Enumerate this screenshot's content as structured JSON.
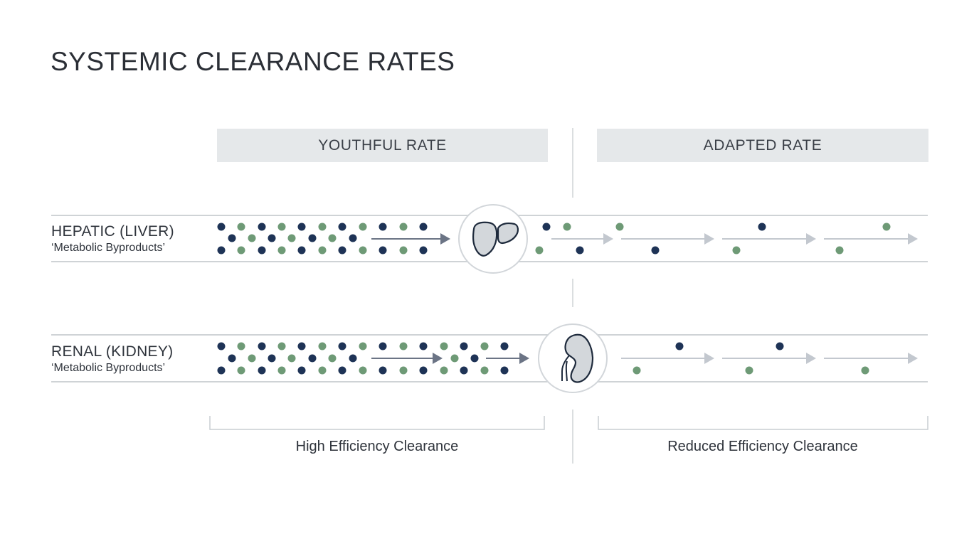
{
  "title": "SYSTEMIC CLEARANCE RATES",
  "columns": {
    "youthful": "YOUTHFUL RATE",
    "adapted": "ADAPTED RATE"
  },
  "rows": {
    "hepatic": {
      "label": "HEPATIC (LIVER)",
      "sublabel": "‘Metabolic Byproducts’",
      "icon": "liver-icon"
    },
    "renal": {
      "label": "RENAL (KIDNEY)",
      "sublabel": "‘Metabolic Byproducts’",
      "icon": "kidney-icon"
    }
  },
  "footer": {
    "left": "High Efficiency Clearance",
    "right": "Reduced Efficiency Clearance"
  },
  "colors": {
    "navy_particle": "#1e3356",
    "green_particle": "#6e9a76",
    "lane_line": "#cfd3d6",
    "header_bg": "#e5e8ea",
    "arrow_dark": "#6b7485",
    "arrow_light": "#c3c8cf",
    "organ_fill": "#d3d7db",
    "organ_stroke": "#1e2a3c"
  }
}
